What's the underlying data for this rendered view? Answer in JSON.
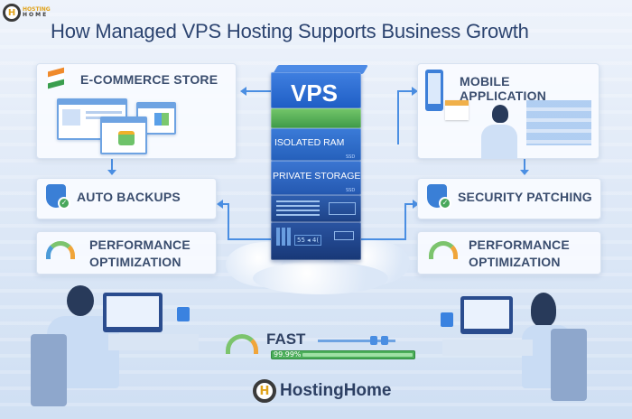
{
  "header": {
    "logo_line1": "HOSTING",
    "logo_line2": "HOME",
    "logo_glyph": "H",
    "title": "How Managed VPS Hosting Supports Business Growth"
  },
  "cards": {
    "ecommerce": {
      "label": "E-COMMERCE STORE",
      "icon": "flag-icon"
    },
    "mobile": {
      "label": "MOBILE APPLICATION",
      "icon": "smartphone-icon"
    },
    "auto_backups": {
      "label": "AUTO BACKUPS",
      "icon": "shield-check-icon"
    },
    "security_patching": {
      "label": "SECURITY PATCHING",
      "icon": "shield-check-icon"
    },
    "perf_left": {
      "line1": "PERFORMANCE",
      "line2": "OPTIMIZATION",
      "icon": "speedometer-icon"
    },
    "perf_right": {
      "line1": "PERFORMANCE",
      "line2": "OPTIMIZATION",
      "icon": "speedometer-icon"
    }
  },
  "vps_stack": {
    "top_label": "VPS",
    "layer_ram": "ISOLATED RAM",
    "layer_storage": "PRIVATE STORAGE",
    "ssd_tag": "SSD",
    "display_readout": "55 ◂ 4("
  },
  "fast_meter": {
    "label": "FAST",
    "uptime": "99.99%"
  },
  "footer": {
    "brand": "HostingHome",
    "logo_glyph": "H"
  },
  "colors": {
    "title": "#2c4470",
    "accent_blue": "#2d6bd0",
    "green": "#4cae5a",
    "gold": "#e0a21a",
    "arrow": "#4a8ee2"
  }
}
